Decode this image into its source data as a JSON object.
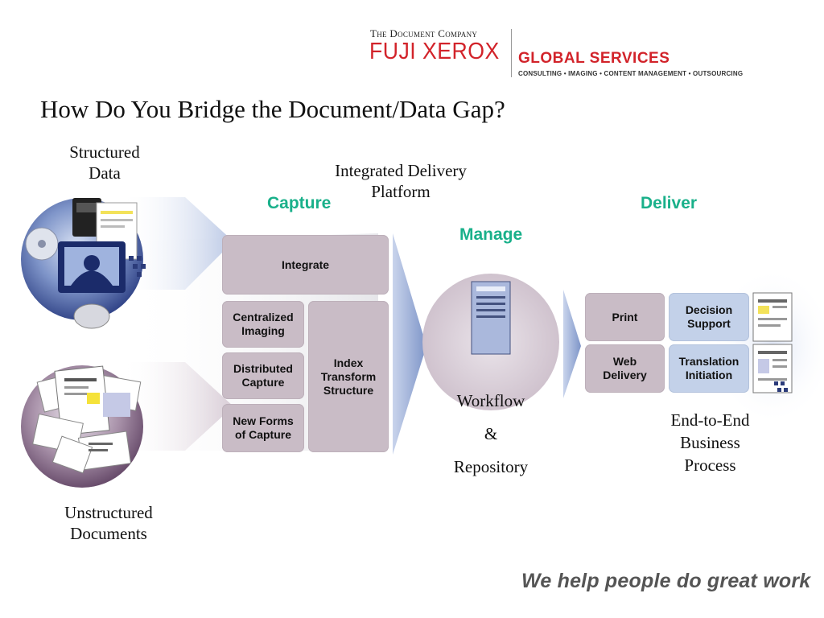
{
  "logo": {
    "top_line": "The Document Company",
    "brand": "FUJI XEROX",
    "global_services": "GLOBAL SERVICES",
    "tagline": "CONSULTING • IMAGING • CONTENT MANAGEMENT • OUTSOURCING"
  },
  "title": "How Do You Bridge the Document/Data Gap?",
  "labels": {
    "structured": [
      "Structured",
      "Data"
    ],
    "unstructured": [
      "Unstructured",
      "Documents"
    ],
    "platform": [
      "Integrated Delivery",
      "Platform"
    ],
    "capture": "Capture",
    "manage": "Manage",
    "deliver": "Deliver",
    "workflow": [
      "Workflow",
      "&",
      "Repository"
    ],
    "end_to_end": [
      "End-to-End",
      "Business",
      "Process"
    ]
  },
  "capture_boxes": {
    "integrate": "Integrate",
    "centralized": [
      "Centralized",
      "Imaging"
    ],
    "distributed": [
      "Distributed",
      "Capture"
    ],
    "new_forms": [
      "New Forms",
      "of Capture"
    ],
    "index": [
      "Index",
      "Transform",
      "Structure"
    ]
  },
  "deliver_boxes": {
    "print": "Print",
    "web": [
      "Web",
      "Delivery"
    ],
    "decision": [
      "Decision",
      "Support"
    ],
    "translation": [
      "Translation",
      "Initiation"
    ]
  },
  "slogan": "We help people do great work",
  "colors": {
    "brand_red": "#d2232a",
    "accent_green": "#19b08a",
    "capture_box": "#c9bcc6",
    "deliver_box": "#c3d1e9",
    "arrow_blue": "#9fb3d9"
  }
}
